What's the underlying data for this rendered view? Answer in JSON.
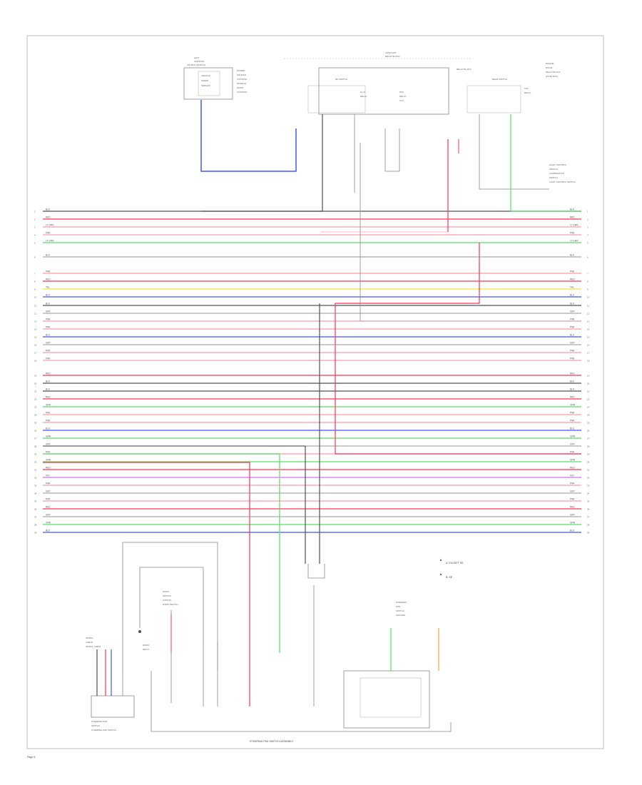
{
  "diagram": {
    "page_label": "Page 5",
    "assembly_label": "STEERING PAD SWITCH ASSEMBLY",
    "relay_block_label": "RELAY BLOCK",
    "left_device_label": "AIR BAG MODULE",
    "switch_left_label": "RH SWITCH",
    "switch_right_label": "REAR SWITCH",
    "light_switch_label": "LIGHT CONTROL SWITCH",
    "clock_spring_label": "SPIRAL CABLE",
    "bottom_left_label": "STEERING PAD SWITCH",
    "bottom_device_label": "HORN SWITCH",
    "right_device_label": "GROUND",
    "notes": [
      "A: EXCEPT SE",
      "B: SE"
    ],
    "colors": {
      "red": "#ff3355",
      "pink": "#ff9aa8",
      "green": "#55e060",
      "blue": "#4455ff",
      "black": "#505050",
      "grey": "#aaaaaa",
      "yellow": "#f0e040",
      "orange": "#ff9a40",
      "violet": "#d070ff"
    },
    "wires": [
      {
        "row": 1,
        "left_color": "BLK",
        "right_color": "BLK",
        "color": "black"
      },
      {
        "row": 2,
        "left_color": "RED",
        "right_color": "RED",
        "color": "red"
      },
      {
        "row": 3,
        "left_color": "LT GRN",
        "right_color": "LT GRN",
        "color": "pink"
      },
      {
        "row": 4,
        "left_color": "PNK",
        "right_color": "PNK",
        "color": "pink"
      },
      {
        "row": 5,
        "left_color": "LT GRN",
        "right_color": "LT GRN",
        "color": "green"
      },
      {
        "row": 6,
        "left_color": "BLK",
        "right_color": "BLK",
        "color": "grey"
      },
      {
        "row": 7,
        "left_color": "PNK",
        "right_color": "PNK",
        "color": "pink"
      },
      {
        "row": 8,
        "left_color": "RED",
        "right_color": "RED",
        "color": "red"
      },
      {
        "row": 9,
        "left_color": "YEL",
        "right_color": "YEL",
        "color": "yellow"
      },
      {
        "row": 10,
        "left_color": "BLU",
        "right_color": "BLU",
        "color": "blue"
      },
      {
        "row": 11,
        "left_color": "BLK",
        "right_color": "BLK",
        "color": "black"
      },
      {
        "row": 12,
        "left_color": "GRY",
        "right_color": "GRY",
        "color": "grey"
      },
      {
        "row": 13,
        "left_color": "PNK",
        "right_color": "PNK",
        "color": "pink"
      },
      {
        "row": 14,
        "left_color": "PNK",
        "right_color": "PNK",
        "color": "pink"
      },
      {
        "row": 15,
        "left_color": "BLU",
        "right_color": "BLU",
        "color": "blue"
      },
      {
        "row": 16,
        "left_color": "GRY",
        "right_color": "GRY",
        "color": "grey"
      },
      {
        "row": 17,
        "left_color": "PNK",
        "right_color": "PNK",
        "color": "pink"
      },
      {
        "row": 18,
        "left_color": "PNK",
        "right_color": "PNK",
        "color": "pink"
      },
      {
        "row": 19,
        "left_color": "RED",
        "right_color": "RED",
        "color": "red"
      },
      {
        "row": 20,
        "left_color": "BLK",
        "right_color": "BLK",
        "color": "black"
      },
      {
        "row": 21,
        "left_color": "BLK",
        "right_color": "BLK",
        "color": "black"
      },
      {
        "row": 22,
        "left_color": "RED",
        "right_color": "RED",
        "color": "red"
      },
      {
        "row": 23,
        "left_color": "GRN",
        "right_color": "GRN",
        "color": "green"
      },
      {
        "row": 24,
        "left_color": "PNK",
        "right_color": "PNK",
        "color": "pink"
      },
      {
        "row": 25,
        "left_color": "PNK",
        "right_color": "PNK",
        "color": "pink"
      },
      {
        "row": 26,
        "left_color": "BLU",
        "right_color": "BLU",
        "color": "blue"
      },
      {
        "row": 27,
        "left_color": "GRN",
        "right_color": "GRN",
        "color": "green"
      },
      {
        "row": 28,
        "left_color": "GRY",
        "right_color": "GRY",
        "color": "grey"
      },
      {
        "row": 29,
        "left_color": "PNK",
        "right_color": "PNK",
        "color": "pink"
      },
      {
        "row": 30,
        "left_color": "GRN",
        "right_color": "GRN",
        "color": "green"
      },
      {
        "row": 31,
        "left_color": "RED",
        "right_color": "RED",
        "color": "red"
      },
      {
        "row": 32,
        "left_color": "VIO",
        "right_color": "VIO",
        "color": "violet"
      },
      {
        "row": 33,
        "left_color": "PNK",
        "right_color": "PNK",
        "color": "pink"
      },
      {
        "row": 34,
        "left_color": "GRY",
        "right_color": "GRY",
        "color": "grey"
      },
      {
        "row": 35,
        "left_color": "PNK",
        "right_color": "PNK",
        "color": "pink"
      },
      {
        "row": 36,
        "left_color": "RED",
        "right_color": "RED",
        "color": "red"
      },
      {
        "row": 37,
        "left_color": "GRY",
        "right_color": "GRY",
        "color": "grey"
      },
      {
        "row": 38,
        "left_color": "GRN",
        "right_color": "GRN",
        "color": "green"
      },
      {
        "row": 39,
        "left_color": "BLU",
        "right_color": "BLU",
        "color": "blue"
      }
    ]
  }
}
